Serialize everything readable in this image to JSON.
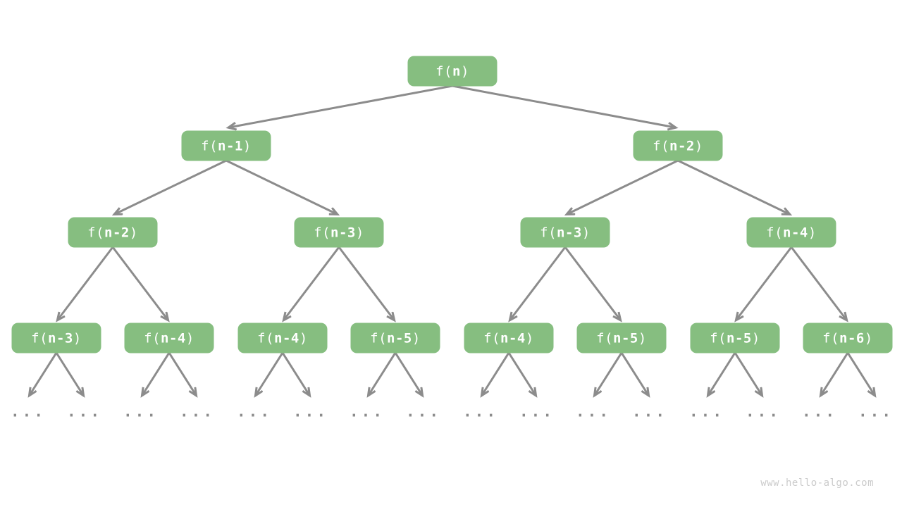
{
  "diagram_type": "recursion-tree",
  "nodes": [
    {
      "level": 0,
      "prefix": "f(",
      "arg": "n",
      "suffix": ")"
    },
    {
      "level": 1,
      "prefix": "f(",
      "arg": "n-1",
      "suffix": ")"
    },
    {
      "level": 1,
      "prefix": "f(",
      "arg": "n-2",
      "suffix": ")"
    },
    {
      "level": 2,
      "prefix": "f(",
      "arg": "n-2",
      "suffix": ")"
    },
    {
      "level": 2,
      "prefix": "f(",
      "arg": "n-3",
      "suffix": ")"
    },
    {
      "level": 2,
      "prefix": "f(",
      "arg": "n-3",
      "suffix": ")"
    },
    {
      "level": 2,
      "prefix": "f(",
      "arg": "n-4",
      "suffix": ")"
    },
    {
      "level": 3,
      "prefix": "f(",
      "arg": "n-3",
      "suffix": ")"
    },
    {
      "level": 3,
      "prefix": "f(",
      "arg": "n-4",
      "suffix": ")"
    },
    {
      "level": 3,
      "prefix": "f(",
      "arg": "n-4",
      "suffix": ")"
    },
    {
      "level": 3,
      "prefix": "f(",
      "arg": "n-5",
      "suffix": ")"
    },
    {
      "level": 3,
      "prefix": "f(",
      "arg": "n-4",
      "suffix": ")"
    },
    {
      "level": 3,
      "prefix": "f(",
      "arg": "n-5",
      "suffix": ")"
    },
    {
      "level": 3,
      "prefix": "f(",
      "arg": "n-5",
      "suffix": ")"
    },
    {
      "level": 3,
      "prefix": "f(",
      "arg": "n-6",
      "suffix": ")"
    }
  ],
  "leaves": {
    "count": 16,
    "label": "..."
  },
  "watermark": "www.hello-algo.com",
  "colors": {
    "node_fill": "#86BE80",
    "node_text": "#FFFFFF",
    "edge": "#8C8C8C",
    "leaf_text": "#8C8C8C",
    "watermark": "#CBCBCB"
  }
}
